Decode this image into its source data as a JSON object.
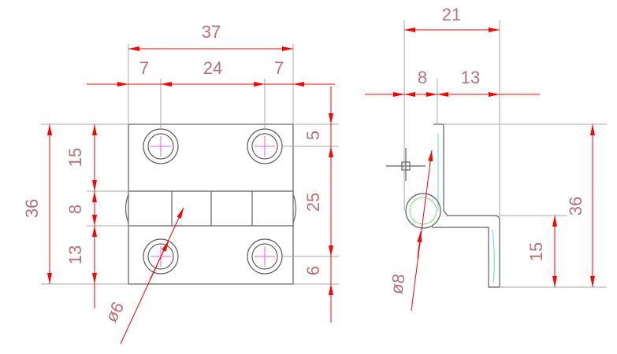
{
  "front_view": {
    "width_overall": "37",
    "offset_left": "7",
    "hole_spacing": "24",
    "offset_right": "7",
    "height_overall": "36",
    "left_upper": "15",
    "left_knuckle": "8",
    "left_lower": "13",
    "right_top": "5",
    "right_middle": "25",
    "right_bottom": "6",
    "hole_diameter": "ø6"
  },
  "side_view": {
    "width_overall": "21",
    "knuckle_part": "8",
    "leaf_part": "13",
    "height_overall": "36",
    "leaf_height": "15",
    "pin_diameter": "ø8"
  },
  "colors": {
    "dimension_text": "#b8737a",
    "dimension_line": "#ff0000",
    "outline": "#606060",
    "hole_center": "#e066e0"
  }
}
